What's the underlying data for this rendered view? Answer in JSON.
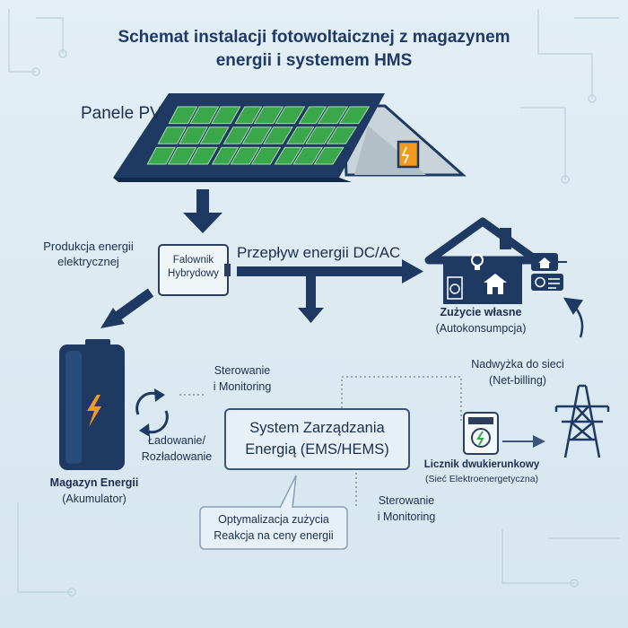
{
  "header": {
    "title_line1": "Schemat instalacji fotowoltaicznej z magazynem",
    "title_line2": "energii i systemem HMS"
  },
  "pv": {
    "label": "Panele PV"
  },
  "production": {
    "line1": "Produkcja energii",
    "line2": "elektrycznej"
  },
  "inverter": {
    "line1": "Falownik",
    "line2": "Hybrydowy"
  },
  "flow": {
    "label": "Przepływ energii DC/AC"
  },
  "consumption": {
    "label": "Zużycie własne",
    "sublabel": "(Autokonsumpcja)"
  },
  "surplus": {
    "line1": "Nadwyżka do sieci",
    "line2": "(Net-billing)"
  },
  "control_top": {
    "line1": "Sterowanie",
    "line2": "i Monitoring"
  },
  "charging": {
    "line1": "Ładowanie/",
    "line2": "Rozładowanie"
  },
  "ems": {
    "line1": "System Zarządzania",
    "line2": "Energią (EMS/HEMS)"
  },
  "storage": {
    "label": "Magazyn Energii",
    "sublabel": "(Akumulator)"
  },
  "meter": {
    "label": "Licznik dwukierunkowy",
    "sublabel": "(Sieć Elektroenergetyczna)"
  },
  "control_bottom": {
    "line1": "Sterowanie",
    "line2": "i Monitoring"
  },
  "optimization": {
    "line1": "Optymalizacja zużycia",
    "line2": "Reakcja na ceny energii"
  },
  "colors": {
    "navy": "#1e3a62",
    "panel_green": "#3aa84a",
    "accent_orange": "#f29a1e",
    "background": "#dce9f1"
  }
}
